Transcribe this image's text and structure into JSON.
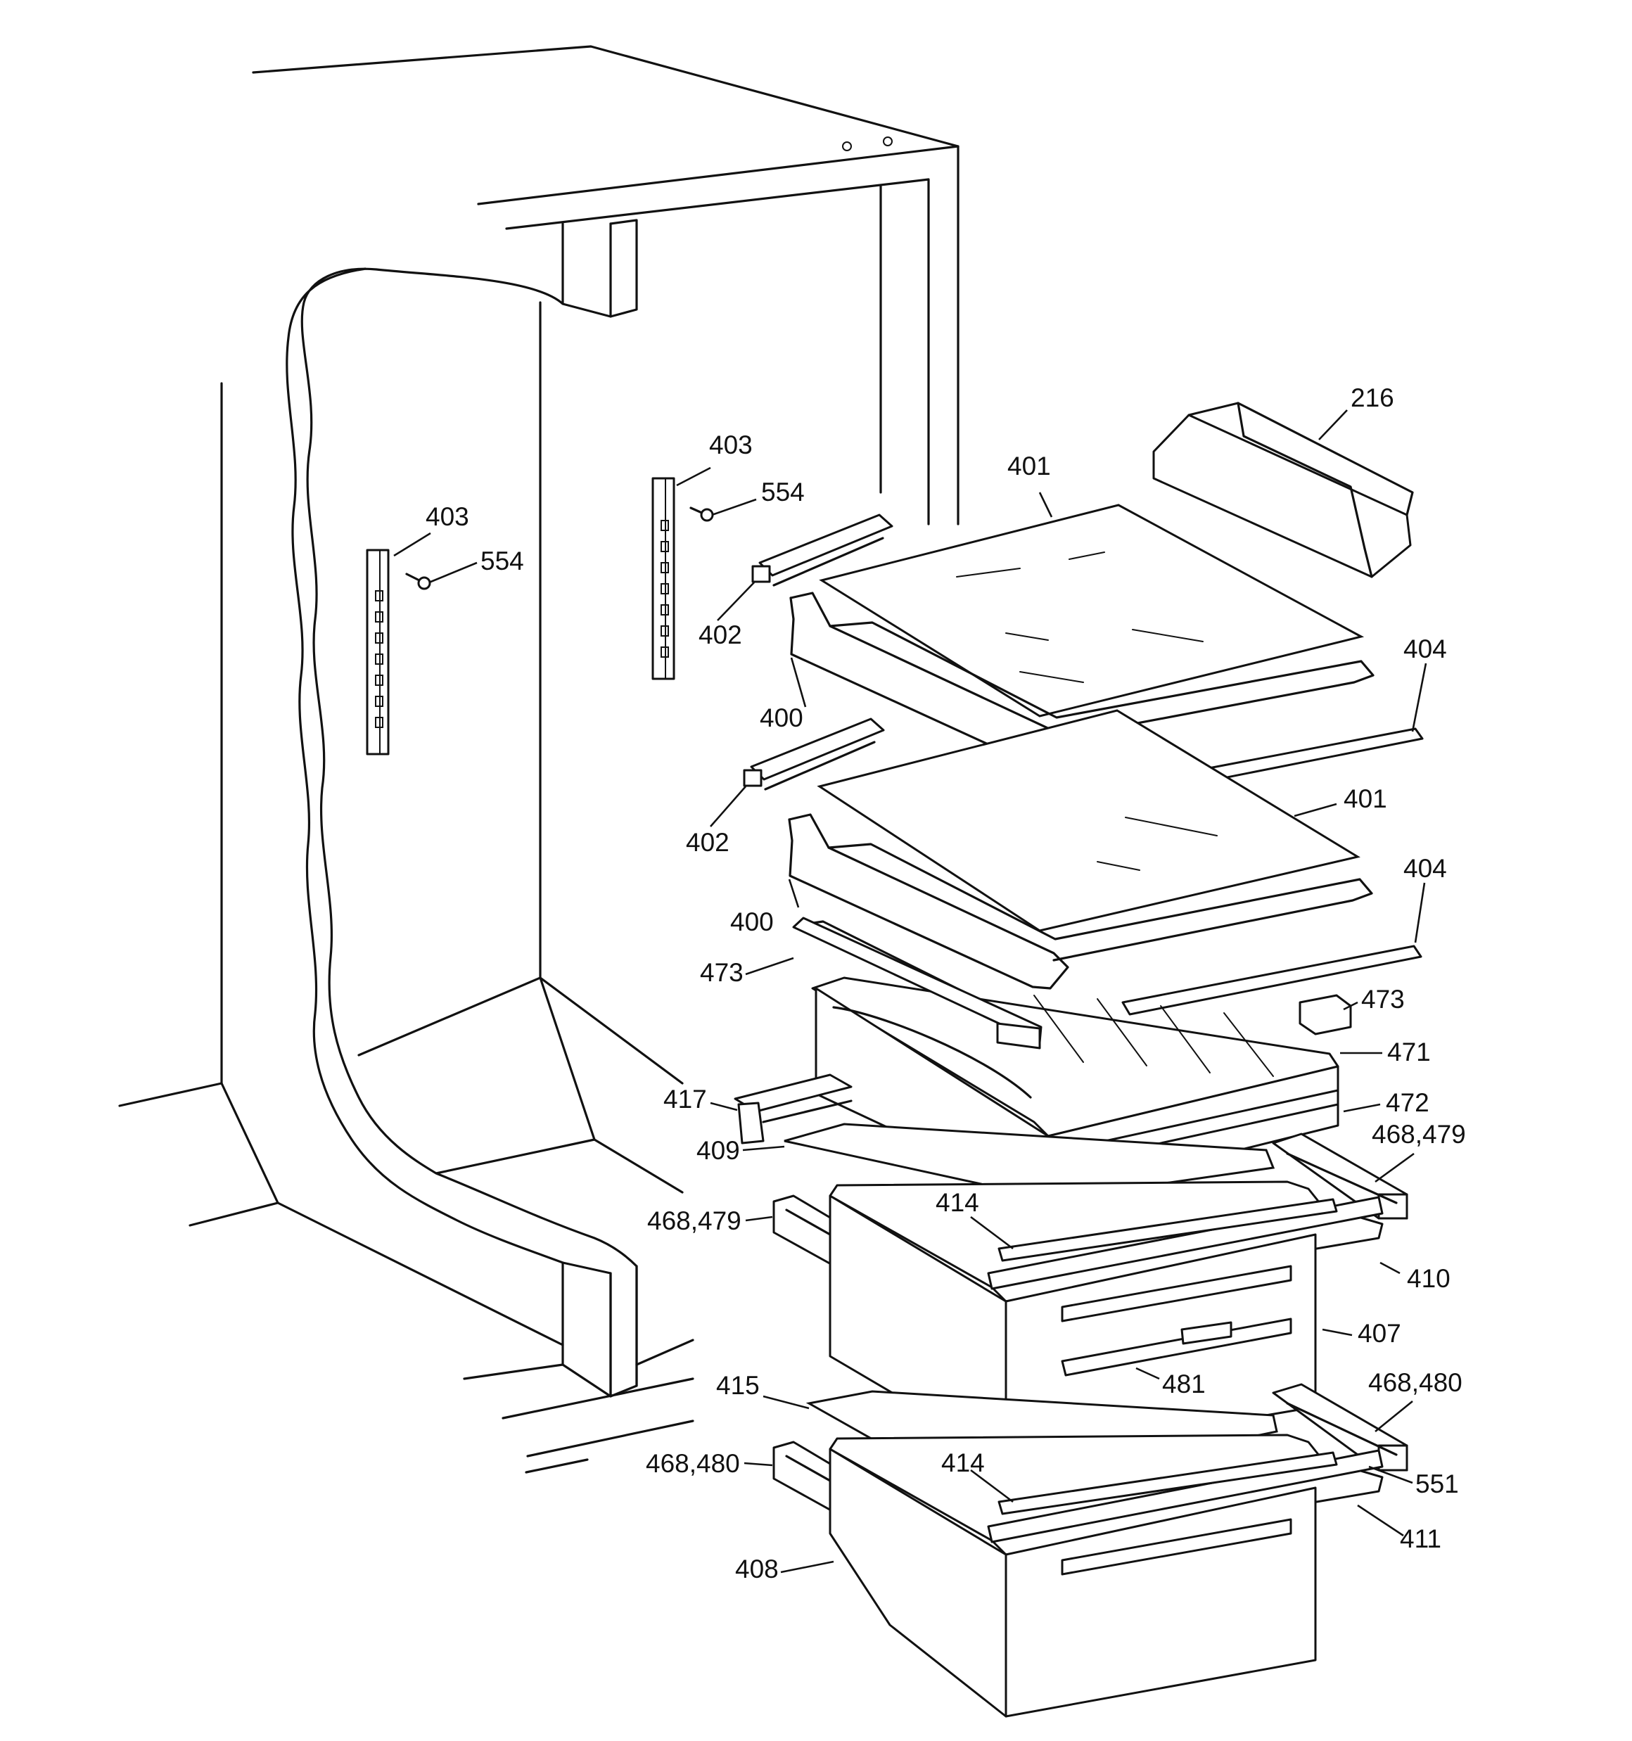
{
  "callouts": {
    "c216": "216",
    "c401a": "401",
    "c403a": "403",
    "c554a": "554",
    "c403b": "403",
    "c554b": "554",
    "c402a": "402",
    "c404a": "404",
    "c400a": "400",
    "c401b": "401",
    "c402b": "402",
    "c404b": "404",
    "c400b": "400",
    "c473a": "473",
    "c473b": "473",
    "c471": "471",
    "c417": "417",
    "c472": "472",
    "c468_479a": "468,479",
    "c409": "409",
    "c414a": "414",
    "c468_479b": "468,479",
    "c410": "410",
    "c407": "407",
    "c481": "481",
    "c415": "415",
    "c468_480a": "468,480",
    "c468_480b": "468,480",
    "c414b": "414",
    "c551": "551",
    "c408": "408",
    "c411": "411"
  }
}
